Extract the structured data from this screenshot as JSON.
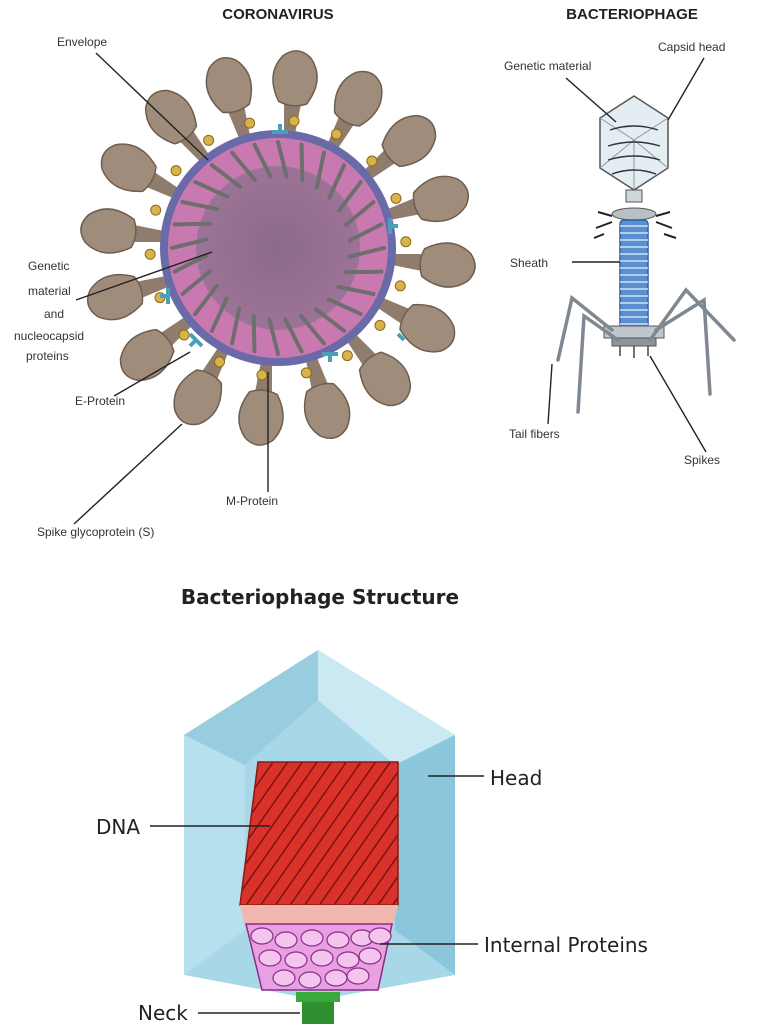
{
  "coronavirus": {
    "title": "CORONAVIRUS",
    "labels": {
      "envelope": "Envelope",
      "genetic_1": "Genetic",
      "genetic_2": "material",
      "genetic_3": "and",
      "genetic_4": "nucleocapsid",
      "genetic_5": "proteins",
      "e_protein": "E-Protein",
      "m_protein": "M-Protein",
      "spike": "Spike glycoprotein (S)"
    }
  },
  "bacteriophage": {
    "title": "BACTERIOPHAGE",
    "labels": {
      "genetic_material": "Genetic material",
      "capsid_head": "Capsid head",
      "sheath": "Sheath",
      "tail_fibers": "Tail fibers",
      "spikes": "Spikes"
    }
  },
  "structure": {
    "title": "Bacteriophage Structure",
    "labels": {
      "head": "Head",
      "dna": "DNA",
      "internal_proteins": "Internal Proteins",
      "neck": "Neck"
    }
  },
  "colors": {
    "virus_core": "#8e6c8a",
    "virus_ring": "#c87ab0",
    "envelope": "#6a6aa8",
    "spike": "#a08c7a",
    "e_protein": "#d8b24a",
    "m_protein": "#4aa0b8",
    "sheath": "#5a8fd0",
    "head_fill": "#a8d8e8",
    "dna": "#d8322a",
    "internal_proteins": "#e8a0e0",
    "neck": "#3aa83a"
  }
}
